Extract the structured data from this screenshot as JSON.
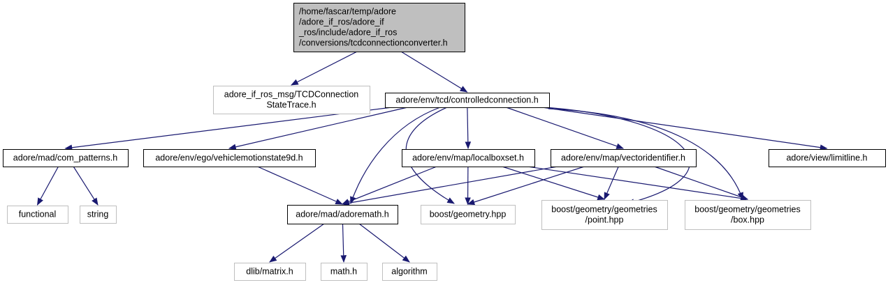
{
  "colors": {
    "edge": "#191970",
    "root_fill": "#bfbfbf",
    "documented_border": "#000000",
    "external_border": "#bfbfbf"
  },
  "nodes": [
    {
      "id": "root",
      "lines": [
        "/home/fascar/temp/adore",
        "/adore_if_ros/adore_if",
        "_ros/include/adore_if_ros",
        "/conversions/tcdconnectionconverter.h"
      ],
      "kind": "root"
    },
    {
      "id": "msg",
      "lines": [
        "adore_if_ros_msg/TCDConnection",
        "StateTrace.h"
      ],
      "kind": "external"
    },
    {
      "id": "cc",
      "lines": [
        "adore/env/tcd/controlledconnection.h"
      ],
      "kind": "documented"
    },
    {
      "id": "com",
      "lines": [
        "adore/mad/com_patterns.h"
      ],
      "kind": "documented"
    },
    {
      "id": "veh",
      "lines": [
        "adore/env/ego/vehiclemotionstate9d.h"
      ],
      "kind": "documented"
    },
    {
      "id": "lbs",
      "lines": [
        "adore/env/map/localboxset.h"
      ],
      "kind": "documented"
    },
    {
      "id": "vid",
      "lines": [
        "adore/env/map/vectoridentifier.h"
      ],
      "kind": "documented"
    },
    {
      "id": "lim",
      "lines": [
        "adore/view/limitline.h"
      ],
      "kind": "documented"
    },
    {
      "id": "fun",
      "lines": [
        "functional"
      ],
      "kind": "external"
    },
    {
      "id": "str",
      "lines": [
        "string"
      ],
      "kind": "external"
    },
    {
      "id": "am",
      "lines": [
        "adore/mad/adoremath.h"
      ],
      "kind": "documented"
    },
    {
      "id": "bg",
      "lines": [
        "boost/geometry.hpp"
      ],
      "kind": "external"
    },
    {
      "id": "pt",
      "lines": [
        "boost/geometry/geometries",
        "/point.hpp"
      ],
      "kind": "external"
    },
    {
      "id": "box",
      "lines": [
        "boost/geometry/geometries",
        "/box.hpp"
      ],
      "kind": "external"
    },
    {
      "id": "dlib",
      "lines": [
        "dlib/matrix.h"
      ],
      "kind": "external"
    },
    {
      "id": "math",
      "lines": [
        "math.h"
      ],
      "kind": "external"
    },
    {
      "id": "alg",
      "lines": [
        "algorithm"
      ],
      "kind": "external"
    }
  ],
  "edges": [
    [
      "root",
      "msg"
    ],
    [
      "root",
      "cc"
    ],
    [
      "cc",
      "com"
    ],
    [
      "cc",
      "veh"
    ],
    [
      "cc",
      "am"
    ],
    [
      "cc",
      "bg"
    ],
    [
      "cc",
      "lbs"
    ],
    [
      "cc",
      "vid"
    ],
    [
      "cc",
      "pt"
    ],
    [
      "cc",
      "box"
    ],
    [
      "cc",
      "lim"
    ],
    [
      "com",
      "fun"
    ],
    [
      "com",
      "str"
    ],
    [
      "veh",
      "am"
    ],
    [
      "lbs",
      "am"
    ],
    [
      "lbs",
      "bg"
    ],
    [
      "lbs",
      "pt"
    ],
    [
      "lbs",
      "box"
    ],
    [
      "vid",
      "am"
    ],
    [
      "vid",
      "bg"
    ],
    [
      "vid",
      "pt"
    ],
    [
      "vid",
      "box"
    ],
    [
      "am",
      "dlib"
    ],
    [
      "am",
      "math"
    ],
    [
      "am",
      "alg"
    ]
  ]
}
